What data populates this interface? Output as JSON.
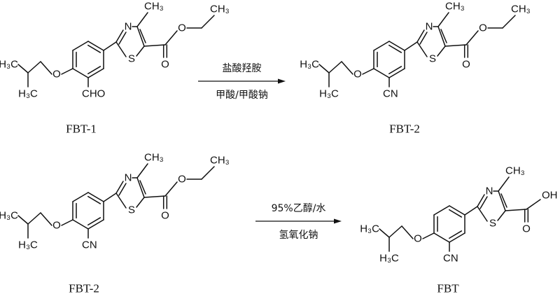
{
  "reactions": [
    {
      "reactant": {
        "label": "FBT-1",
        "substituent": "CHO"
      },
      "product": {
        "label": "FBT-2",
        "substituent": "CN"
      },
      "condition_above": "盐酸羟胺",
      "condition_below": "甲酸/甲酸钠"
    },
    {
      "reactant": {
        "label": "FBT-2",
        "substituent": "CN"
      },
      "product": {
        "label": "FBT",
        "substituent": "CN"
      },
      "condition_above": "95%乙醇/水",
      "condition_below": "氢氧化钠"
    }
  ],
  "atoms": {
    "nitrogen": "N",
    "sulfur": "S",
    "oxygen": "O",
    "methyl_left": "H₃C",
    "methyl_right": "CH₃",
    "acid": "OH"
  }
}
